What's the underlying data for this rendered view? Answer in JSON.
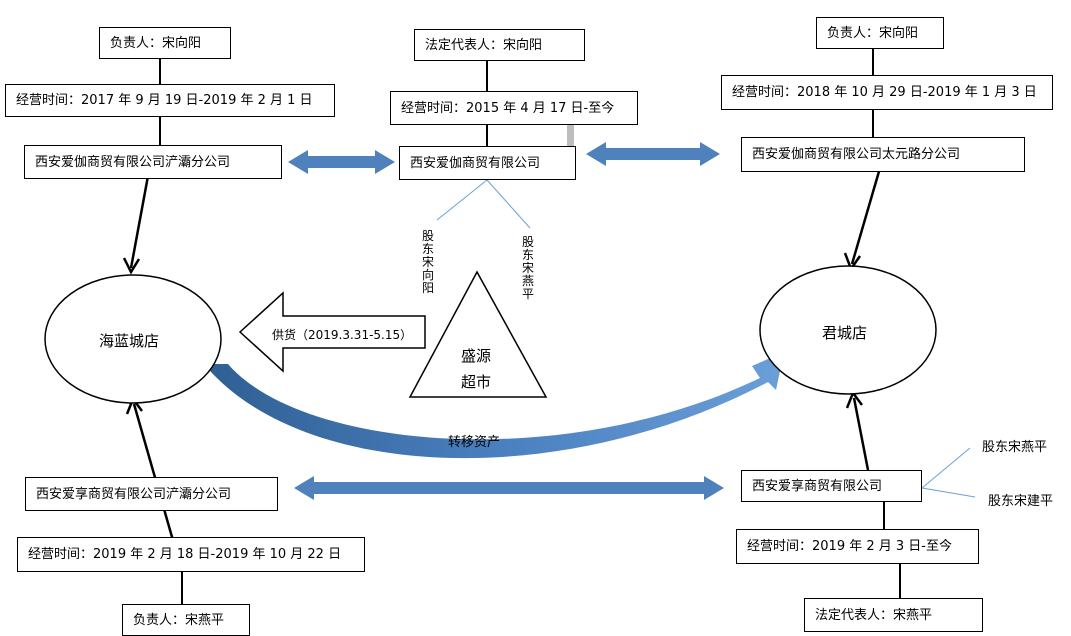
{
  "left_top": {
    "manager": "负责人：宋向阳",
    "period": "经营时间：2017 年 9 月 19 日-2019 年 2 月 1 日",
    "company": "西安爱伽商贸有限公司浐灞分公司"
  },
  "center_top": {
    "legal_rep": "法定代表人：宋向阳",
    "period": "经营时间：2015 年 4 月 17 日-至今",
    "company": "西安爱伽商贸有限公司",
    "shareholder_1": "股东宋向阳",
    "shareholder_2": "股东宋燕平"
  },
  "right_top": {
    "manager": "负责人：宋向阳",
    "period": "经营时间：2018 年 10 月 29 日-2019 年 1 月 3 日",
    "company": "西安爱伽商贸有限公司太元路分公司"
  },
  "left_store": "海蓝城店",
  "right_store": "君城店",
  "supply_label": "供货（2019.3.31-5.15）",
  "supermarket": {
    "line1": "盛源",
    "line2": "超市"
  },
  "transfer_label": "转移资产",
  "left_bottom": {
    "company": "西安爱享商贸有限公司浐灞分公司",
    "period": "经营时间：2019 年 2 月 18 日-2019 年 10 月 22 日",
    "manager": "负责人：宋燕平"
  },
  "right_bottom": {
    "company": "西安爱享商贸有限公司",
    "shareholder_1": "股东宋燕平",
    "shareholder_2": "股东宋建平",
    "period": "经营时间：2019 年 2 月 3 日-至今",
    "legal_rep": "法定代表人：宋燕平"
  },
  "colors": {
    "arrow_fill": "#4f81bd",
    "arrow_dark": "#3a6da3",
    "thin_line": "#6aa0d6"
  }
}
